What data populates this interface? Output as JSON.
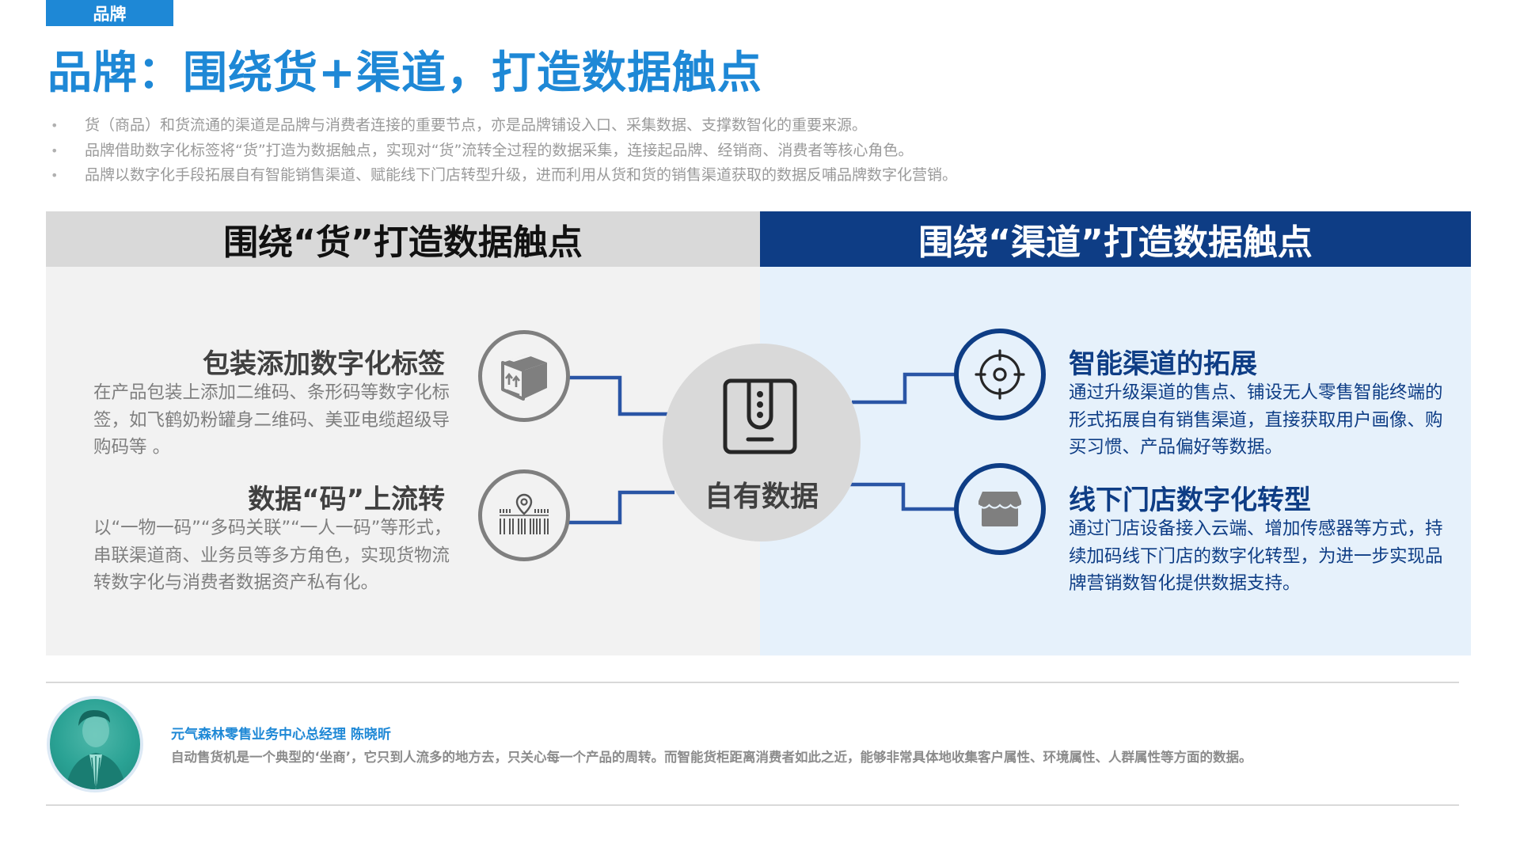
{
  "section_tag": "品牌",
  "page_title": "品牌：围绕货+渠道，打造数据触点",
  "bullets": [
    "货（商品）和货流通的渠道是品牌与消费者连接的重要节点，亦是品牌铺设入口、采集数据、支撑数智化的重要来源。",
    "品牌借助数字化标签将“货”打造为数据触点，实现对“货”流转全过程的数据采集，连接起品牌、经销商、消费者等核心角色。",
    "品牌以数字化手段拓展自有智能销售渠道、赋能线下门店转型升级，进而利用从货和货的销售渠道获取的数据反哺品牌数字化营销。"
  ],
  "bullet_marker": "•",
  "left_panel": {
    "header": "围绕“货”打造数据触点",
    "features": [
      {
        "title": "包装添加数字化标签",
        "description": "在产品包装上添加二维码、条形码等数字化标签，如飞鹤奶粉罐身二维码、美亚电缆超级导购码等 。",
        "icon": "package-box-icon"
      },
      {
        "title": "数据“码”上流转",
        "description": "以“一物一码”“多码关联”“一人一码”等形式，串联渠道商、业务员等多方角色，实现货物流转数字化与消费者数据资产私有化。",
        "icon": "barcode-location-icon"
      }
    ]
  },
  "right_panel": {
    "header": "围绕“渠道”打造数据触点",
    "features": [
      {
        "title": "智能渠道的拓展",
        "description": "通过升级渠道的售点、铺设无人零售智能终端的形式拓展自有销售渠道，直接获取用户画像、购买习惯、产品偏好等数据。",
        "icon": "target-crosshair-icon"
      },
      {
        "title": "线下门店数字化转型",
        "description": "通过门店设备接入云端、增加传感器等方式，持续加码线下门店的数字化转型，为进一步实现品牌营销数智化提供数据支持。",
        "icon": "storefront-icon"
      }
    ]
  },
  "center": {
    "label": "自有数据",
    "icon": "data-device-icon"
  },
  "quote": {
    "speaker": "元气森林零售业务中心总经理 陈晓昕",
    "text": "自动售货机是一个典型的‘坐商’，它只到人流多的地方去，只关心每一个产品的周转。而智能货柜距离消费者如此之近，能够非常具体地收集客户属性、环境属性、人群属性等方面的数据。"
  },
  "colors": {
    "brand_blue": "#1e88d6",
    "navy": "#0e3d85",
    "connector_blue": "#2a55a5",
    "left_panel_bg": "#f2f2f2",
    "right_panel_bg": "#e6f1fb",
    "center_circle": "#d9d9d9"
  }
}
